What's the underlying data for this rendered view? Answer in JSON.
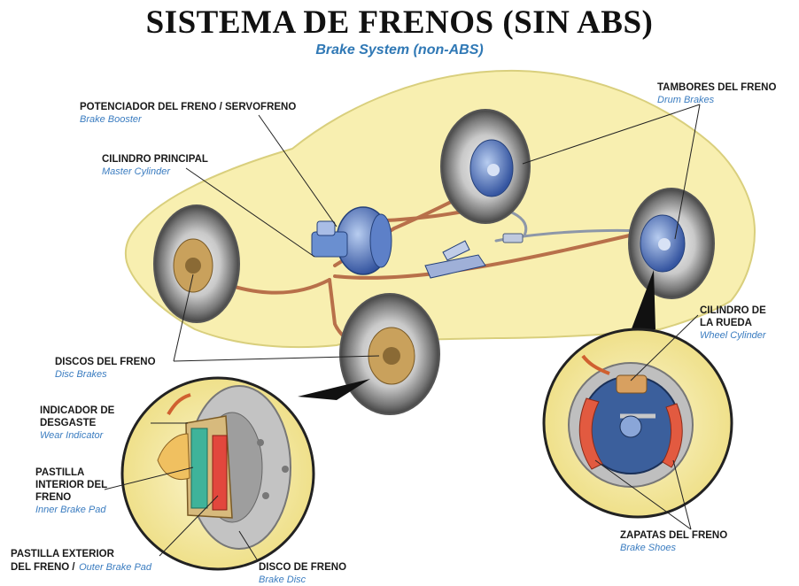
{
  "title": "SISTEMA DE FRENOS (SIN ABS)",
  "subtitle": "Brake System (non-ABS)",
  "labels": {
    "booster": {
      "es": "POTENCIADOR DEL FRENO / SERVOFRENO",
      "en": "Brake Booster"
    },
    "master_cylinder": {
      "es": "CILINDRO PRINCIPAL",
      "en": "Master Cylinder"
    },
    "drum_brakes": {
      "es": "TAMBORES DEL FRENO",
      "en": "Drum Brakes"
    },
    "wheel_cylinder": {
      "es_line1": "CILINDRO DE",
      "es_line2": "LA RUEDA",
      "en": "Wheel Cylinder"
    },
    "disc_brakes": {
      "es": "DISCOS DEL FRENO",
      "en": "Disc Brakes"
    },
    "wear_indicator": {
      "es_line1": "INDICADOR DE",
      "es_line2": "DESGASTE",
      "en": "Wear Indicator"
    },
    "inner_pad": {
      "es_line1": "PASTILLA",
      "es_line2": "INTERIOR DEL",
      "es_line3": "FRENO",
      "en": "Inner Brake Pad"
    },
    "outer_pad": {
      "es_line1": "PASTILLA EXTERIOR",
      "es_line2": "DEL FRENO /",
      "en": "Outer Brake Pad"
    },
    "brake_disc": {
      "es": "DISCO DE FRENO",
      "en": "Brake Disc"
    },
    "brake_shoes": {
      "es": "ZAPATAS DEL FRENO",
      "en": "Brake Shoes"
    }
  },
  "colors": {
    "car_body": "#f8efb0",
    "brake_line": "#b8704a",
    "component_blue": "#4a70b8",
    "label_blue": "#3a7cc0",
    "callout_bg": "#f7eca2"
  }
}
